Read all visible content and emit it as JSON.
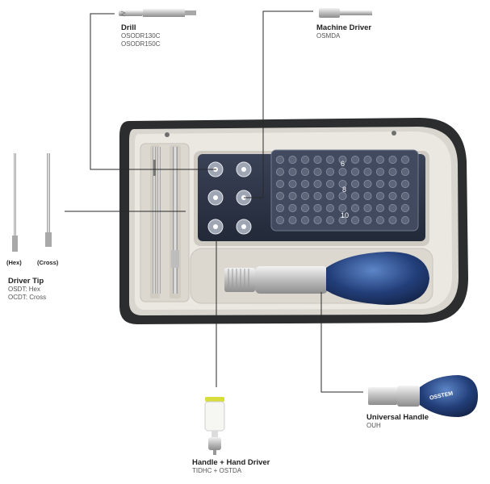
{
  "colors": {
    "case_outer": "#2b2d2e",
    "case_inner": "#e9e6df",
    "tray_dark": "#2c3446",
    "tray_grid": "#6f7686",
    "handle_blue": "#233f7a",
    "handle_cap": "#d7dd3a",
    "leader_line": "#2a2a2a"
  },
  "labels": {
    "drill": {
      "title": "Drill",
      "codes": [
        "OSODR130C",
        "OSODR150C"
      ]
    },
    "machine_driver": {
      "title": "Machine Driver",
      "codes": [
        "OSMDA"
      ]
    },
    "driver_tip": {
      "title": "Driver Tip",
      "codes": [
        "OSDT: Hex",
        "OCDT: Cross"
      ],
      "hex": "(Hex)",
      "cross": "(Cross)"
    },
    "handle_hand_driver": {
      "title": "Handle + Hand Driver",
      "codes": [
        "TIDHC + OSTDA"
      ]
    },
    "universal_handle": {
      "title": "Universal Handle",
      "codes": [
        "OUH"
      ]
    }
  },
  "tray_numbers": [
    "6",
    "8",
    "10"
  ],
  "handle_brand": "OSSTEM"
}
